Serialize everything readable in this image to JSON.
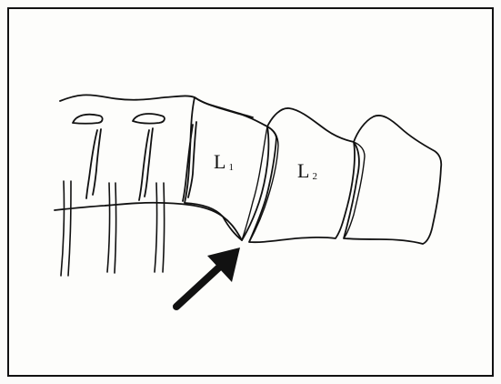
{
  "labels": {
    "l1_main": "L",
    "l1_sub": "1",
    "l2_main": "L",
    "l2_sub": "2"
  },
  "colors": {
    "ink": "#111111",
    "paper": "#fdfdfb",
    "background": "#fbfbf9"
  },
  "icons": {
    "arrow": "arrow-pointing-to-l1-l2-junction"
  }
}
